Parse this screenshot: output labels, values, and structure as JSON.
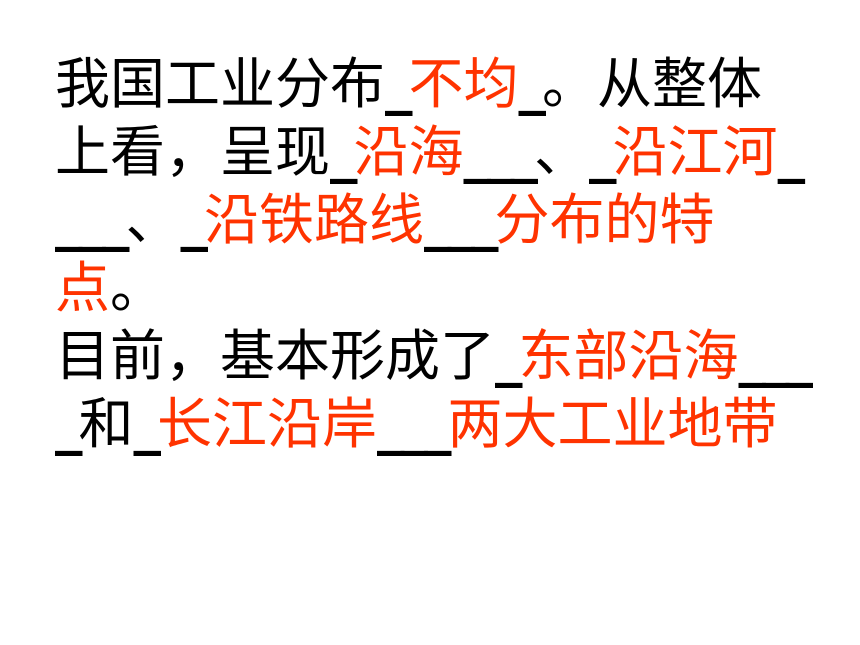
{
  "colors": {
    "text": "#000000",
    "answer": "#ff3300",
    "background": "#ffffff"
  },
  "paragraph1": {
    "t1": "我国工业分布",
    "b1": "_",
    "a1": "不均",
    "b2": "_",
    "t2": "。从整体上看，呈现",
    "b3": "_",
    "a2": "沿海",
    "b4": "___",
    "t3": "、",
    "b5": "_",
    "a3": "沿江河",
    "b6": "____",
    "t4": "、",
    "b7": "_",
    "a4": "沿铁路线",
    "b8": "___",
    "a5": "分布的特点",
    "t5": "。"
  },
  "paragraph2": {
    "t1": "目前，基本形成了",
    "b1": "_",
    "a1": "东部沿海",
    "b2": "____",
    "t2": "和",
    "b3": "_",
    "a2": "长江沿岸",
    "b4": "___",
    "a3": "两大工业地带"
  }
}
